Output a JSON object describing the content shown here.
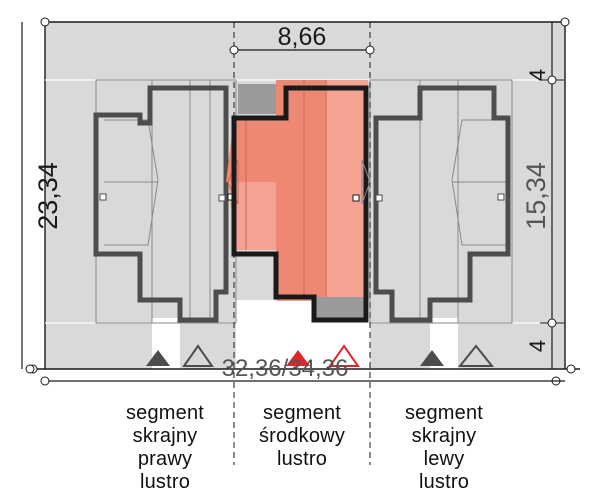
{
  "dimensions": {
    "segment_width": "8,66",
    "plot_depth": "23,34",
    "house_depth": "15,34",
    "setback_front": "4",
    "setback_back": "4",
    "plot_width": "32,36/34,36"
  },
  "captions": {
    "left": [
      "segment",
      "skrajny",
      "prawy",
      "lustro"
    ],
    "middle": [
      "segment",
      "środkowy",
      "lustro"
    ],
    "right": [
      "segment",
      "skrajny",
      "lewy",
      "lustro"
    ]
  },
  "colors": {
    "plot_fill": "#d9d9d9",
    "highlight_light": "#f4a392",
    "highlight_dark": "#ef8872",
    "wall_dark": "#1a1a1a",
    "wall_side": "#4d4d4d",
    "garage_gray": "#9a9a9a",
    "entrance_marker_highlight": "#e0262b",
    "entrance_marker_side": "#4d4d4d"
  },
  "icons": {
    "entrance_filled": "triangle-filled-icon",
    "entrance_outline": "triangle-outline-icon"
  }
}
